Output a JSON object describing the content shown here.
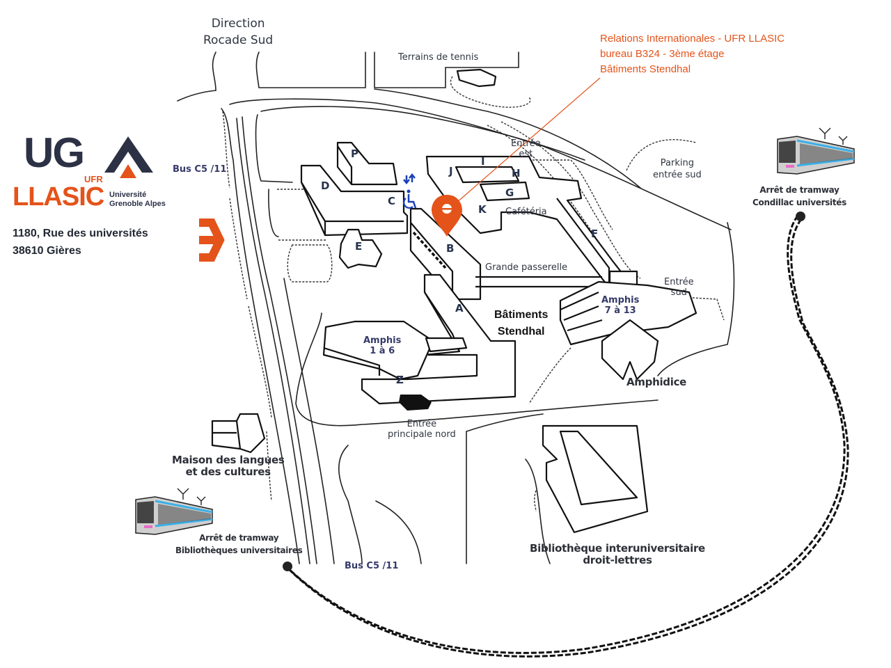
{
  "map": {
    "title": "Plan d'accès - Campus universitaire, Bâtiments Stendhal",
    "road_labels": {
      "direction": [
        "Direction",
        "Rocade Sud"
      ],
      "tennis": "Terrains de tennis",
      "parking": [
        "Parking",
        "entrée sud"
      ],
      "bus_top": "Bus C5 /11",
      "bus_bottom": "Bus C5 /11"
    },
    "buildings": {
      "P": "P",
      "D": "D",
      "C": "C",
      "E": "E",
      "B": "B",
      "A": "A",
      "Z": "Z",
      "J": "J",
      "I": "I",
      "H": "H",
      "G": "G",
      "K": "K",
      "F": "F"
    },
    "places": {
      "cafeteria": "Cafétéria",
      "entree_est": [
        "Entrée",
        "est"
      ],
      "entree_sud": [
        "Entrée",
        "sud"
      ],
      "grande_passerelle": "Grande passerelle",
      "amphis_7_13": [
        "Amphis",
        "7 à 13"
      ],
      "amphis_1_6": [
        "Amphis",
        "1 à 6"
      ],
      "amphidice": "Amphidice",
      "entree_nord": [
        "Entrée",
        "principale nord"
      ],
      "maison_langues": [
        "Maison des langues",
        "et des cultures"
      ],
      "bibliotheque": [
        "Bibliothèque interuniversitaire",
        "droit-lettres"
      ],
      "stendhal": [
        "Bâtiments",
        "Stendhal"
      ]
    },
    "tram_stops": [
      {
        "label": [
          "Arrêt de tramway",
          "Condillac universités"
        ]
      },
      {
        "label": [
          "Arrêt de tramway",
          "Bibliothèques universitaires"
        ]
      }
    ],
    "marker": {
      "icon": "location-pin-icon",
      "note": [
        "Relations Internationales - UFR LLASIC",
        "bureau B324 - 3ème étage",
        "Bâtiments Stendhal"
      ]
    },
    "accessibility_icon": "wheelchair-elevator-icon"
  },
  "logo": {
    "uga": "UG",
    "ufr": "UFR",
    "llasic": "LLASIC",
    "university": [
      "Université",
      "Grenoble Alpes"
    ]
  },
  "address": {
    "street": "1180, Rue des universités",
    "city": "38610 Gières"
  },
  "colors": {
    "accent": "#e4531a",
    "navy": "#2c3145",
    "access_blue": "#1b3fb8",
    "tram_blue": "#3ab0e8",
    "tram_pink": "#e86bc6"
  }
}
